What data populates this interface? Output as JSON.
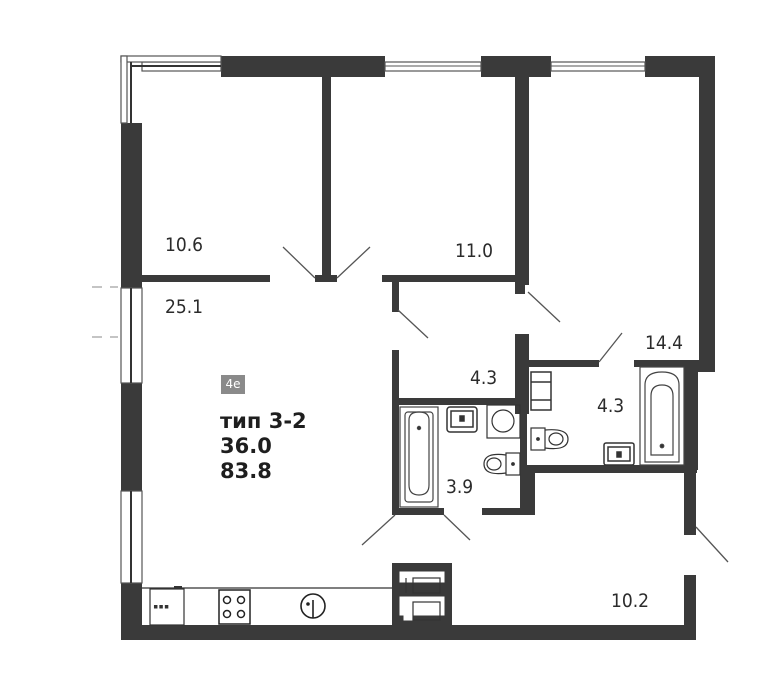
{
  "plan": {
    "apartment_badge": "4е",
    "type_label": "тип 3-2",
    "living_area": "36.0",
    "total_area": "83.8",
    "colors": {
      "wall": "#3a3a3a",
      "line": "#555555",
      "background": "#ffffff",
      "badge": "#8a8a8a"
    }
  },
  "rooms": [
    {
      "id": "bedroom-1",
      "area": "10.6"
    },
    {
      "id": "bedroom-2",
      "area": "11.0"
    },
    {
      "id": "bedroom-3",
      "area": "14.4"
    },
    {
      "id": "kitchen-living",
      "area": "25.1"
    },
    {
      "id": "bathroom-1",
      "area": "3.9"
    },
    {
      "id": "corridor",
      "area": "4.3"
    },
    {
      "id": "bathroom-2",
      "area": "4.3"
    },
    {
      "id": "hall",
      "area": "10.2"
    }
  ]
}
